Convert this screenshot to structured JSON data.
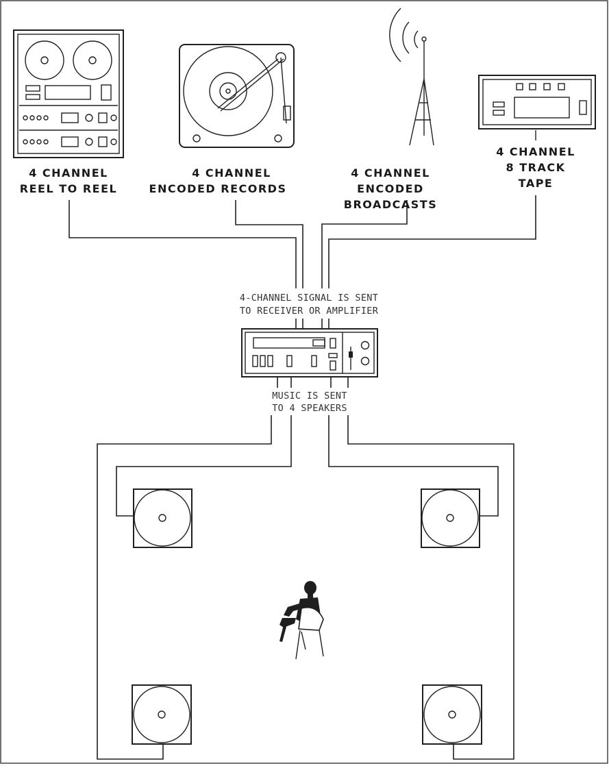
{
  "sources": {
    "reel_to_reel": {
      "line1": "4 CHANNEL",
      "line2": "REEL TO REEL"
    },
    "records": {
      "line1": "4 CHANNEL",
      "line2": "ENCODED RECORDS"
    },
    "broadcasts": {
      "line1": "4 CHANNEL",
      "line2": "ENCODED",
      "line3": "BROADCASTS"
    },
    "eight_track": {
      "line1": "4 CHANNEL",
      "line2": "8 TRACK",
      "line3": "TAPE"
    }
  },
  "receiver_caption": {
    "line1": "4-CHANNEL SIGNAL IS SENT",
    "line2": "TO RECEIVER OR AMPLIFIER"
  },
  "speakers_caption": {
    "line1": "MUSIC IS SENT",
    "line2": "TO 4 SPEAKERS"
  },
  "icons": [
    "tape-recorder-icon",
    "turntable-icon",
    "antenna-tower-icon",
    "eight-track-player-icon",
    "receiver-icon",
    "speaker-icon",
    "listener-in-chair-icon"
  ],
  "colors": {
    "ink": "#1f1f1f",
    "paper": "#ffffff"
  }
}
